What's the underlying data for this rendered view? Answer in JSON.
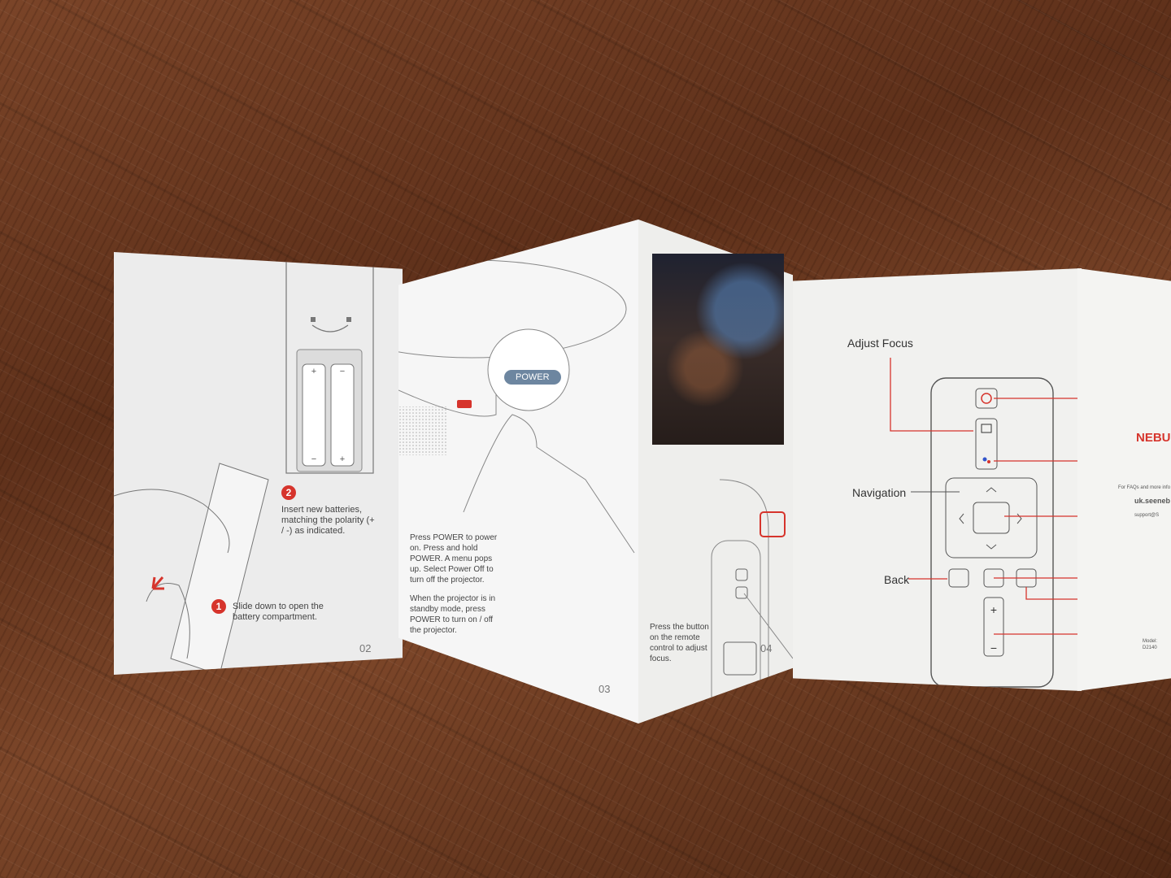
{
  "panel_02": {
    "step1_number": "1",
    "step1_text": "Slide down to open the battery compartment.",
    "step2_number": "2",
    "step2_text": "Insert new batteries, matching the polarity (+ / -) as indicated.",
    "page_number": "02"
  },
  "panel_03": {
    "power_label": "POWER",
    "instruction_1": "Press POWER to power on. Press and hold POWER. A menu pops up. Select Power Off to turn off the projector.",
    "instruction_2": "When the projector is in standby mode, press POWER to turn on / off the projector.",
    "page_number": "03"
  },
  "panel_04": {
    "instruction": "Press the button on the remote control to adjust focus.",
    "page_number": "04"
  },
  "panel_05": {
    "adjust_focus_label": "Adjust Focus",
    "navigation_label": "Navigation",
    "back_label": "Back"
  },
  "panel_06": {
    "brand": "NEBU",
    "faq_text": "For FAQs and more info",
    "website": "uk.seeneb",
    "support": "support@S",
    "model": "Model: D2140"
  },
  "colors": {
    "accent": "#d6342c",
    "power_pill": "#6d86a0"
  }
}
